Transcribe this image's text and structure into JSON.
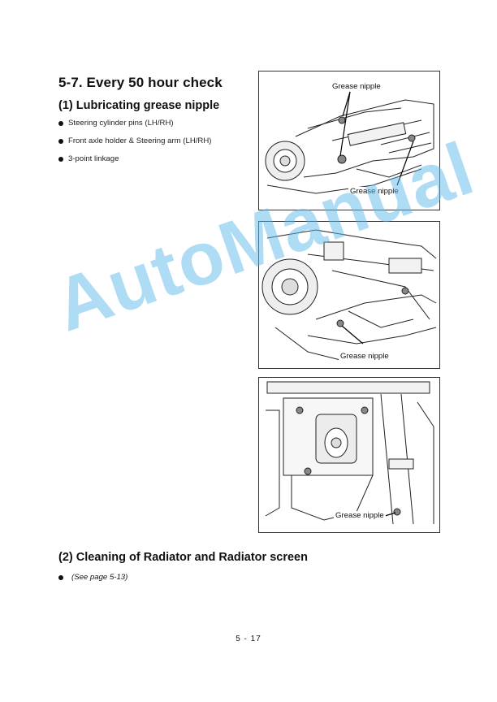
{
  "heading": "5-7. Every 50 hour check",
  "sections": [
    {
      "title": "(1) Lubricating grease nipple",
      "items": [
        "Steering cylinder pins (LH/RH)",
        "Front axle holder & Steering arm (LH/RH)",
        "3-point linkage"
      ]
    },
    {
      "title": "(2) Cleaning of Radiator and Radiator screen",
      "items": [
        "(See page 5-13)"
      ]
    }
  ],
  "figures": [
    {
      "callouts": [
        "Grease nipple",
        "Grease nipple"
      ]
    },
    {
      "callouts": [
        "Grease nipple"
      ]
    },
    {
      "callouts": [
        "Grease nipple"
      ]
    }
  ],
  "page_number": "5 - 17",
  "watermark": "AutoManual",
  "colors": {
    "watermark": "#5fb9eb",
    "ink": "#111111",
    "frame": "#333333"
  }
}
